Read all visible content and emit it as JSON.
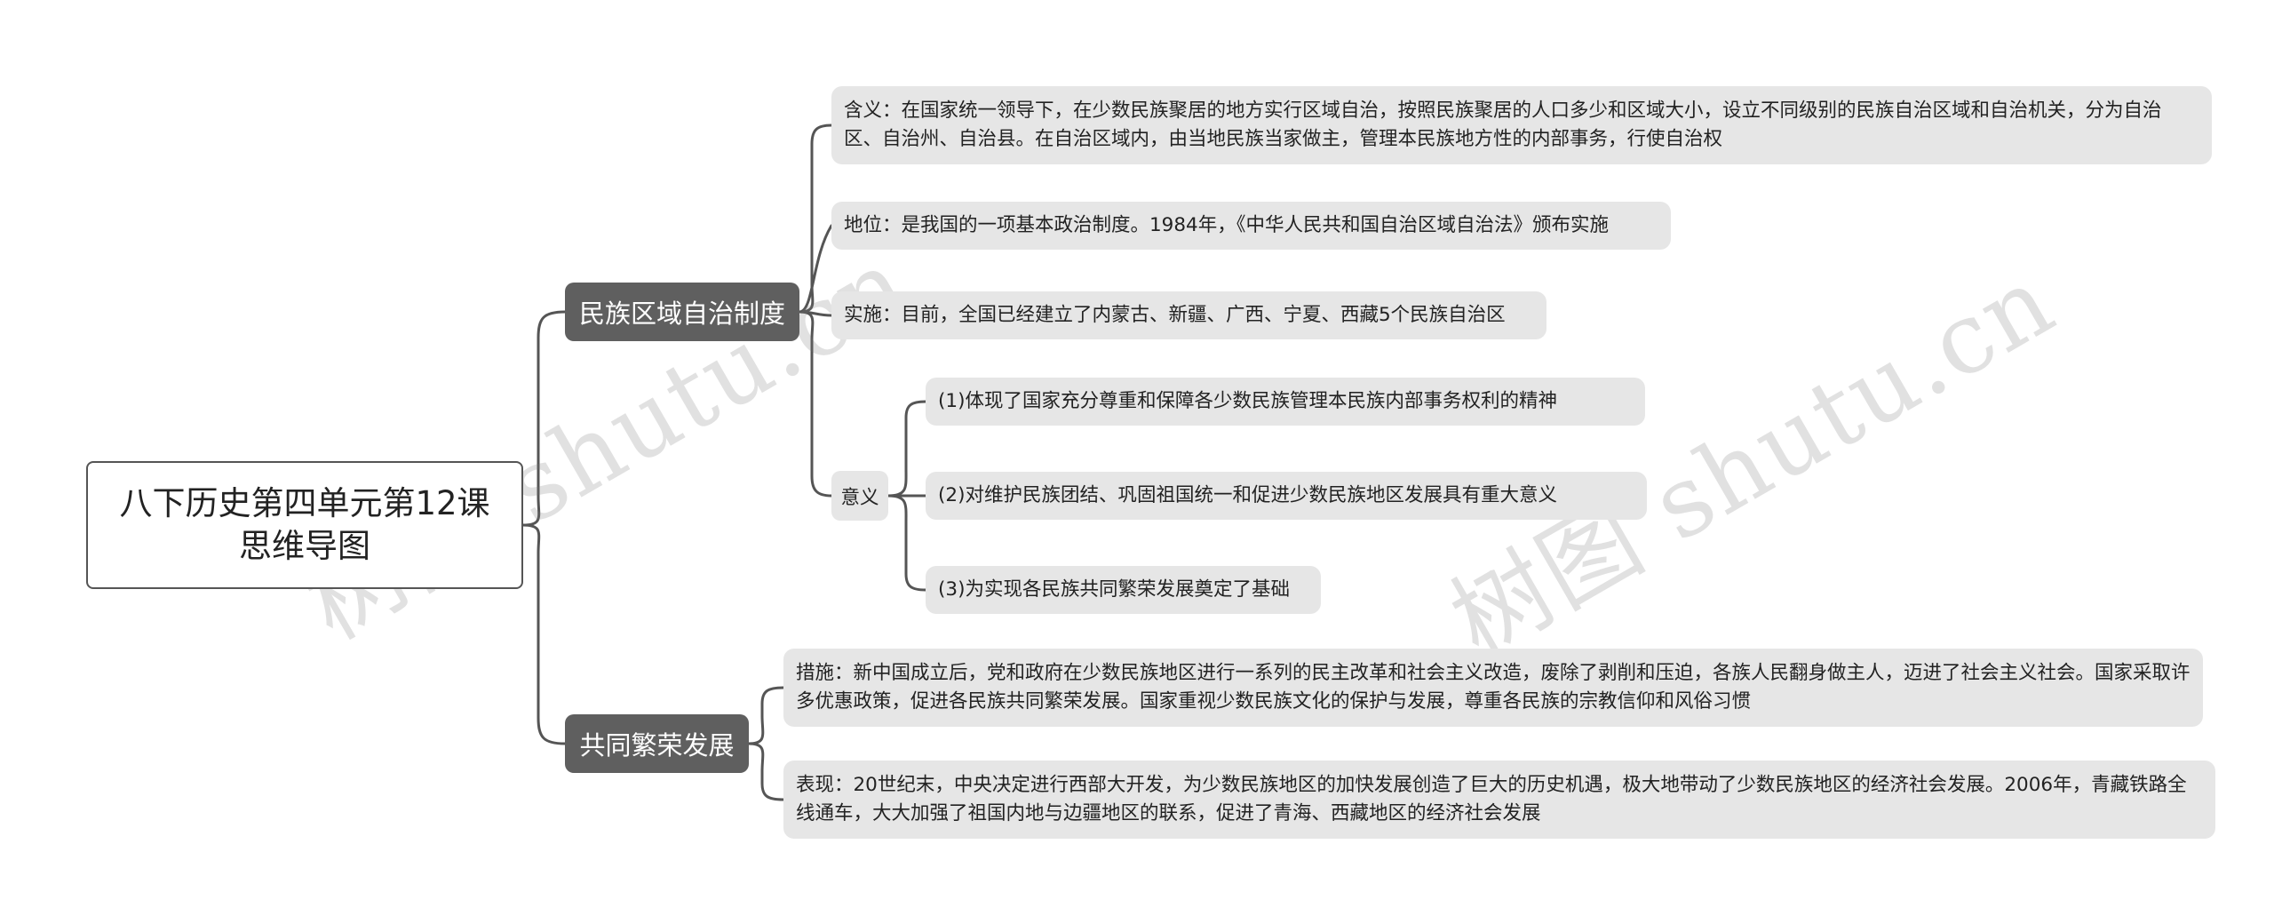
{
  "root": {
    "title": "八下历史第四单元第12课思维导图"
  },
  "branches": [
    {
      "label": "民族区域自治制度",
      "items": [
        "含义：在国家统一领导下，在少数民族聚居的地方实行区域自治，按照民族聚居的人口多少和区域大小，设立不同级别的民族自治区域和自治机关，分为自治区、自治州、自治县。在自治区域内，由当地民族当家做主，管理本民族地方性的内部事务，行使自治权",
        "地位：是我国的一项基本政治制度。1984年，《中华人民共和国自治区域自治法》颁布实施",
        "实施：目前，全国已经建立了内蒙古、新疆、广西、宁夏、西藏5个民族自治区"
      ],
      "sub": {
        "label": "意义",
        "items": [
          "(1)体现了国家充分尊重和保障各少数民族管理本民族内部事务权利的精神",
          "(2)对维护民族团结、巩固祖国统一和促进少数民族地区发展具有重大意义",
          "(3)为实现各民族共同繁荣发展奠定了基础"
        ]
      }
    },
    {
      "label": "共同繁荣发展",
      "items": [
        "措施：新中国成立后，党和政府在少数民族地区进行一系列的民主改革和社会主义改造，废除了剥削和压迫，各族人民翻身做主人，迈进了社会主义社会。国家采取许多优惠政策，促进各民族共同繁荣发展。国家重视少数民族文化的保护与发展，尊重各民族的宗教信仰和风俗习惯",
        "表现：20世纪末，中央决定进行西部大开发，为少数民族地区的加快发展创造了巨大的历史机遇，极大地带动了少数民族地区的经济社会发展。2006年，青藏铁路全线通车，大大加强了祖国内地与边疆地区的联系，促进了青海、西藏地区的经济社会发展"
      ]
    }
  ],
  "watermark": "树图 shutu.cn"
}
